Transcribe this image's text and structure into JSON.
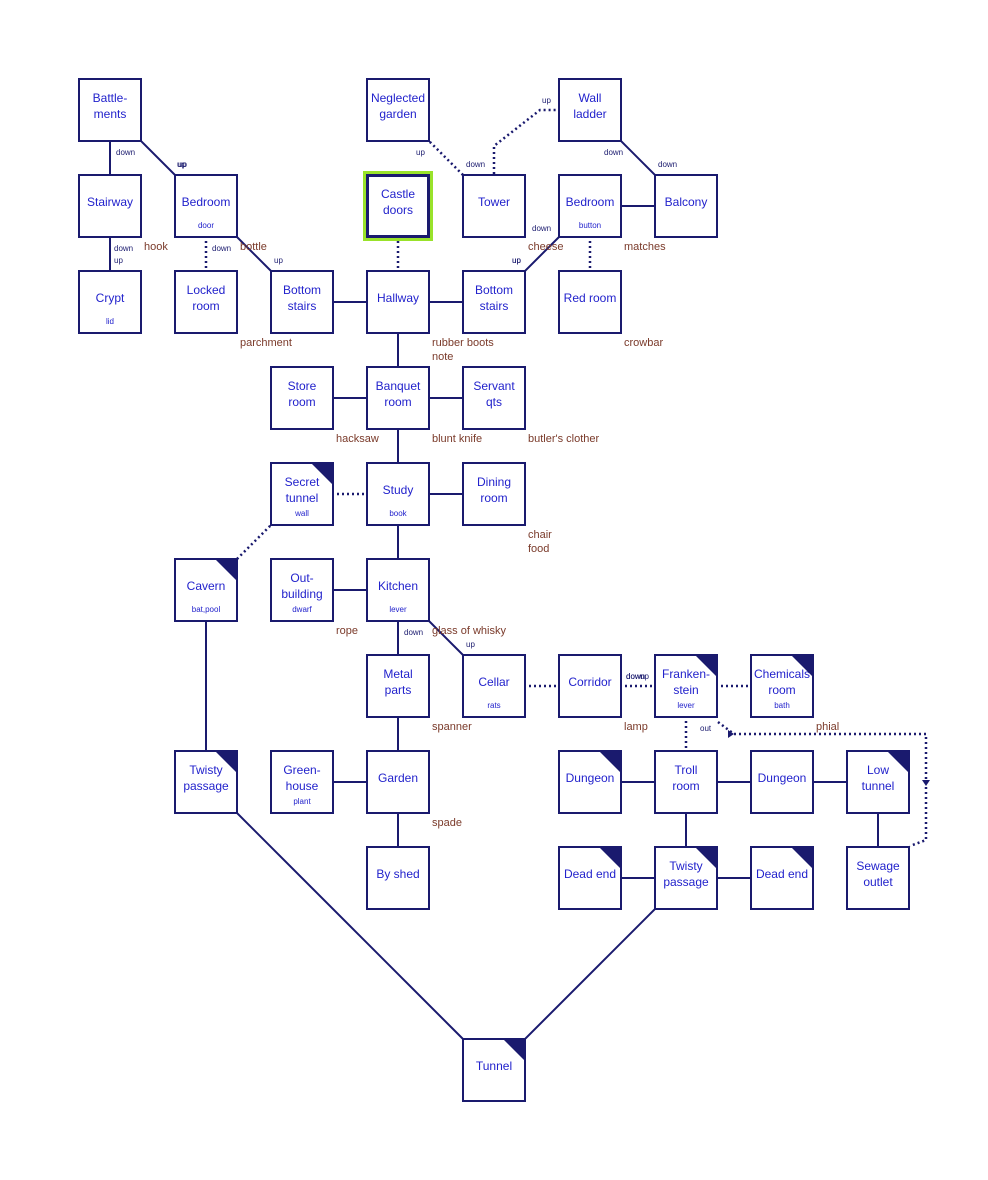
{
  "rooms": [
    {
      "id": "battlements",
      "name": "Battle-\nments",
      "sub": ""
    },
    {
      "id": "stairway",
      "name": "Stairway",
      "sub": ""
    },
    {
      "id": "crypt",
      "name": "Crypt",
      "sub": "lid"
    },
    {
      "id": "bedroom_w",
      "name": "Bedroom",
      "sub": "door"
    },
    {
      "id": "locked_room",
      "name": "Locked\nroom",
      "sub": ""
    },
    {
      "id": "bottom_stairs_w",
      "name": "Bottom\nstairs",
      "sub": ""
    },
    {
      "id": "neglected_garden",
      "name": "Neglected\ngarden",
      "sub": ""
    },
    {
      "id": "castle_doors",
      "name": "Castle\ndoors",
      "sub": "",
      "start": true
    },
    {
      "id": "hallway",
      "name": "Hallway",
      "sub": ""
    },
    {
      "id": "tower",
      "name": "Tower",
      "sub": ""
    },
    {
      "id": "bottom_stairs_e",
      "name": "Bottom\nstairs",
      "sub": ""
    },
    {
      "id": "wall_ladder",
      "name": "Wall\nladder",
      "sub": ""
    },
    {
      "id": "bedroom_e",
      "name": "Bedroom",
      "sub": "button"
    },
    {
      "id": "red_room",
      "name": "Red room",
      "sub": ""
    },
    {
      "id": "balcony",
      "name": "Balcony",
      "sub": ""
    },
    {
      "id": "store_room",
      "name": "Store\nroom",
      "sub": ""
    },
    {
      "id": "banquet_room",
      "name": "Banquet\nroom",
      "sub": ""
    },
    {
      "id": "servant_qts",
      "name": "Servant\nqts",
      "sub": ""
    },
    {
      "id": "secret_tunnel",
      "name": "Secret\ntunnel",
      "sub": "wall",
      "dark": true
    },
    {
      "id": "study",
      "name": "Study",
      "sub": "book"
    },
    {
      "id": "dining_room",
      "name": "Dining\nroom",
      "sub": ""
    },
    {
      "id": "cavern",
      "name": "Cavern",
      "sub": "bat,pool",
      "dark": true
    },
    {
      "id": "outbuilding",
      "name": "Out-\nbuilding",
      "sub": "dwarf"
    },
    {
      "id": "kitchen",
      "name": "Kitchen",
      "sub": "lever"
    },
    {
      "id": "metal_parts",
      "name": "Metal\nparts",
      "sub": ""
    },
    {
      "id": "cellar",
      "name": "Cellar",
      "sub": "rats"
    },
    {
      "id": "corridor",
      "name": "Corridor",
      "sub": ""
    },
    {
      "id": "frankenstein",
      "name": "Franken-\nstein",
      "sub": "lever",
      "dark": true
    },
    {
      "id": "chemicals_room",
      "name": "Chemicals\nroom",
      "sub": "bath",
      "dark": true
    },
    {
      "id": "twisty_passage_w",
      "name": "Twisty\npassage",
      "sub": "",
      "dark": true
    },
    {
      "id": "greenhouse",
      "name": "Green-\nhouse",
      "sub": "plant"
    },
    {
      "id": "garden",
      "name": "Garden",
      "sub": ""
    },
    {
      "id": "dungeon_w",
      "name": "Dungeon",
      "sub": "",
      "dark": true
    },
    {
      "id": "troll_room",
      "name": "Troll\nroom",
      "sub": ""
    },
    {
      "id": "dungeon_e",
      "name": "Dungeon",
      "sub": ""
    },
    {
      "id": "low_tunnel",
      "name": "Low\ntunnel",
      "sub": "",
      "dark": true
    },
    {
      "id": "by_shed",
      "name": "By shed",
      "sub": ""
    },
    {
      "id": "dead_end_w",
      "name": "Dead end",
      "sub": "",
      "dark": true
    },
    {
      "id": "twisty_passage_e",
      "name": "Twisty\npassage",
      "sub": "",
      "dark": true
    },
    {
      "id": "dead_end_e",
      "name": "Dead end",
      "sub": "",
      "dark": true
    },
    {
      "id": "sewage_outlet",
      "name": "Sewage\noutlet",
      "sub": ""
    },
    {
      "id": "tunnel",
      "name": "Tunnel",
      "sub": "",
      "dark": true
    }
  ],
  "objects": [
    {
      "room": "stairway",
      "text": "hook"
    },
    {
      "room": "bedroom_w",
      "text": "bottle"
    },
    {
      "room": "locked_room",
      "text": "parchment"
    },
    {
      "room": "hallway",
      "text": "rubber boots\nnote"
    },
    {
      "room": "tower",
      "text": "cheese"
    },
    {
      "room": "bedroom_e",
      "text": "matches"
    },
    {
      "room": "red_room",
      "text": "crowbar"
    },
    {
      "room": "store_room",
      "text": "hacksaw"
    },
    {
      "room": "banquet_room",
      "text": "blunt knife"
    },
    {
      "room": "servant_qts",
      "text": "butler's clother"
    },
    {
      "room": "dining_room",
      "text": "chair\nfood"
    },
    {
      "room": "outbuilding",
      "text": "rope"
    },
    {
      "room": "kitchen",
      "text": "glass of whisky"
    },
    {
      "room": "metal_parts",
      "text": "spanner"
    },
    {
      "room": "frankenstein",
      "text": "lamp"
    },
    {
      "room": "chemicals_room",
      "text": "phial"
    },
    {
      "room": "garden",
      "text": "spade"
    }
  ],
  "connection_labels": [
    "down",
    "up",
    "down",
    "up",
    "down",
    "up",
    "up",
    "up",
    "down",
    "up",
    "down",
    "down",
    "down",
    "up",
    "up",
    "down",
    "down",
    "up",
    "down",
    "up",
    "out"
  ],
  "colors": {
    "border": "#1a1a6e",
    "room_text": "#2222cc",
    "object_text": "#7a3a2a",
    "start_highlight": "#99e22a"
  }
}
